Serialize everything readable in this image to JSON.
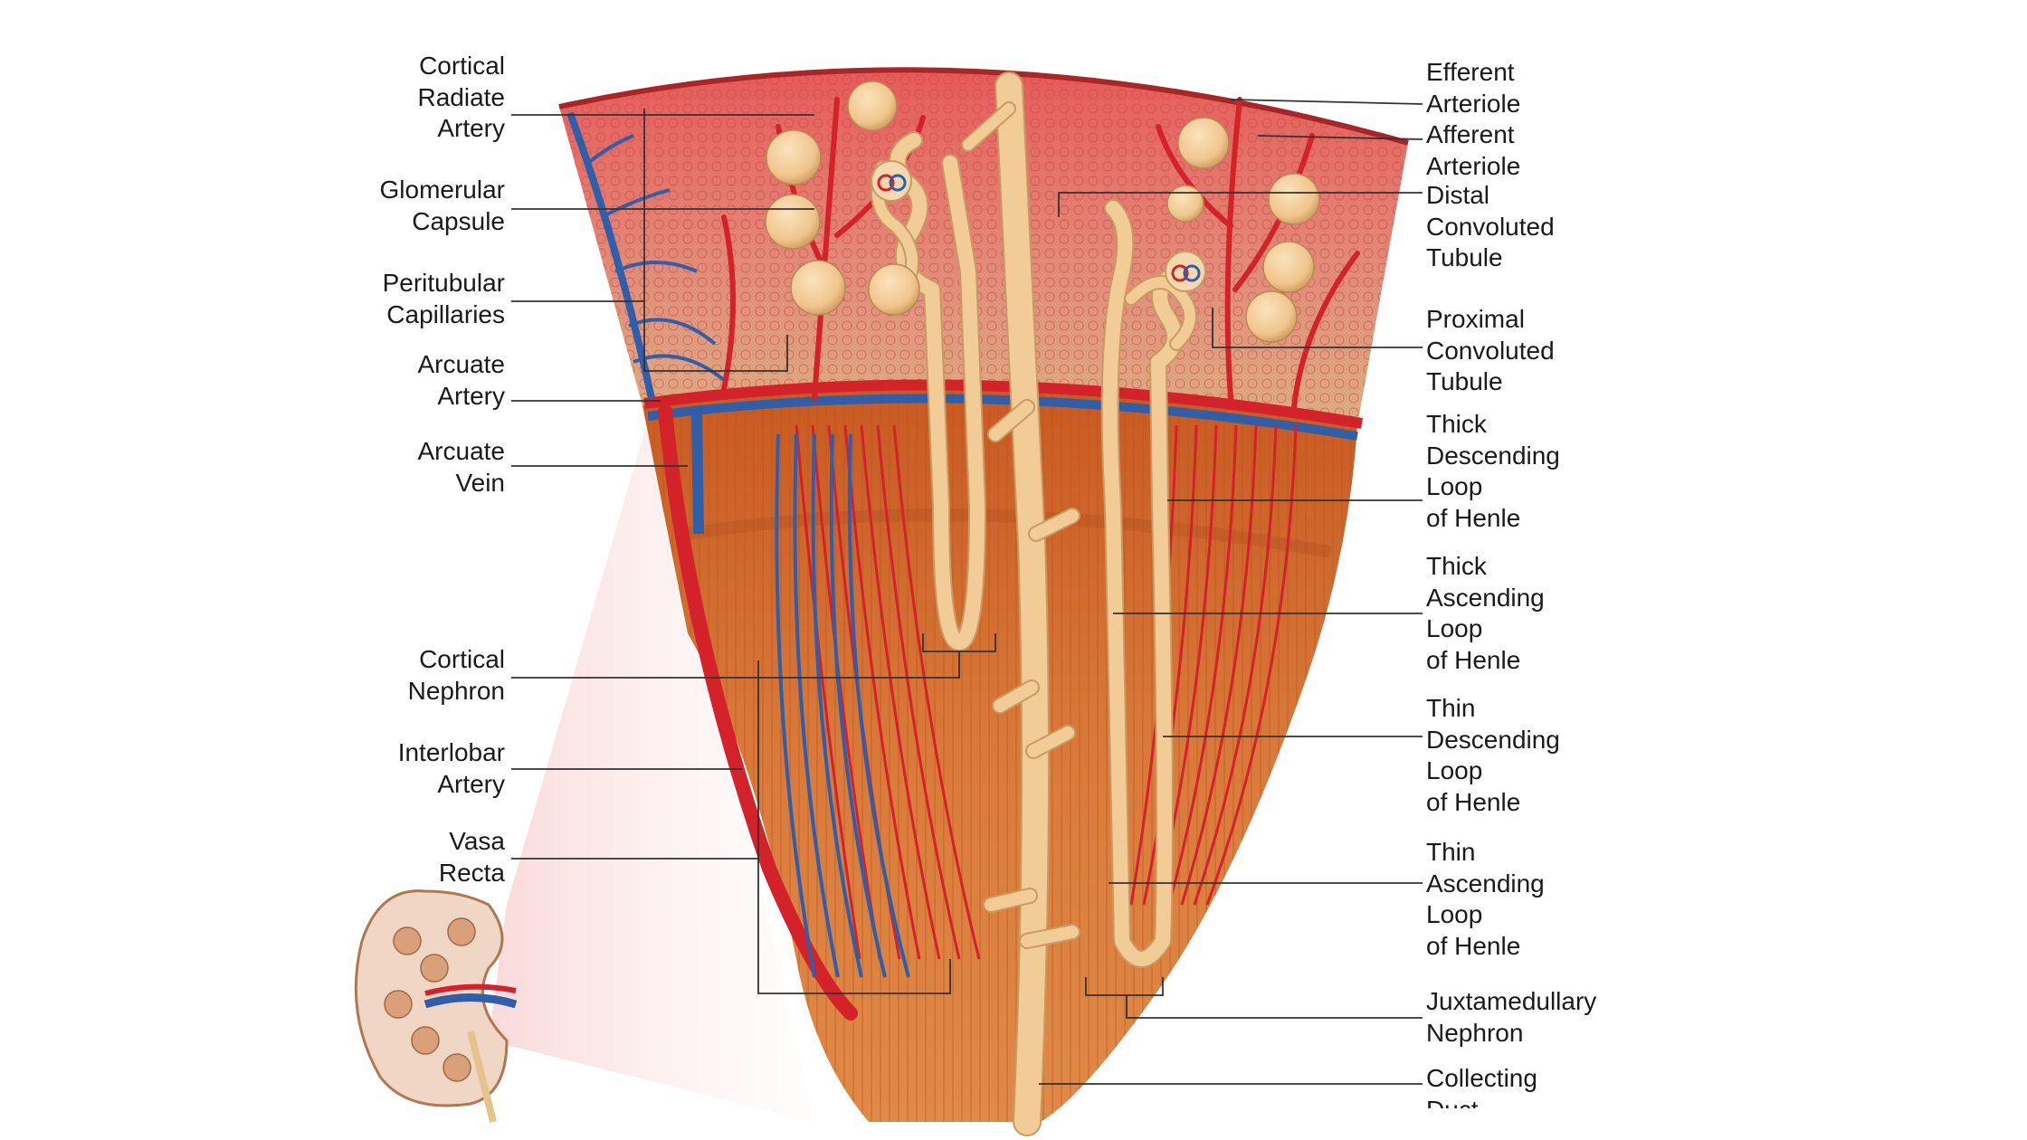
{
  "labels_left": [
    {
      "id": "cortical-radiate-artery",
      "text": "Cortical\nRadiate\nArtery"
    },
    {
      "id": "glomerular-capsule",
      "text": "Glomerular\nCapsule"
    },
    {
      "id": "peritubular-capillaries",
      "text": "Peritubular\nCapillaries"
    },
    {
      "id": "arcuate-artery",
      "text": "Arcuate\nArtery"
    },
    {
      "id": "arcuate-vein",
      "text": "Arcuate\nVein"
    },
    {
      "id": "cortical-nephron",
      "text": "Cortical\nNephron"
    },
    {
      "id": "interlobar-artery",
      "text": "Interlobar\nArtery"
    },
    {
      "id": "vasa-recta",
      "text": "Vasa\nRecta"
    }
  ],
  "labels_right": [
    {
      "id": "efferent-arteriole",
      "text": "Efferent\nArteriole"
    },
    {
      "id": "afferent-arteriole",
      "text": "Afferent\nArteriole"
    },
    {
      "id": "distal-convoluted-tubule",
      "text": "Distal\nConvoluted\nTubule"
    },
    {
      "id": "proximal-convoluted-tubule",
      "text": "Proximal\nConvoluted\nTubule"
    },
    {
      "id": "thick-descending-loop",
      "text": " Thick\nDescending\nLoop\nof Henle"
    },
    {
      "id": "thick-ascending-loop",
      "text": "Thick\nAscending\nLoop\nof Henle"
    },
    {
      "id": "thin-descending-loop",
      "text": "Thin\nDescending\nLoop\nof Henle"
    },
    {
      "id": "thin-ascending-loop",
      "text": "Thin\nAscending\nLoop\nof Henle"
    },
    {
      "id": "juxtamedullary-nephron",
      "text": "Juxtamedullary\nNephron"
    },
    {
      "id": "collecting-duct",
      "text": "Collecting\nDuct"
    }
  ],
  "colors": {
    "cortex": "#e0655e",
    "cortex_inner": "#d9ad80",
    "medulla": "#d4702f",
    "medulla_dark": "#b9531c",
    "artery": "#d3222a",
    "vein": "#2f5fa8",
    "tubule": "#f1cc96",
    "tubule_edge": "#c99a62",
    "leader": "#333333"
  }
}
